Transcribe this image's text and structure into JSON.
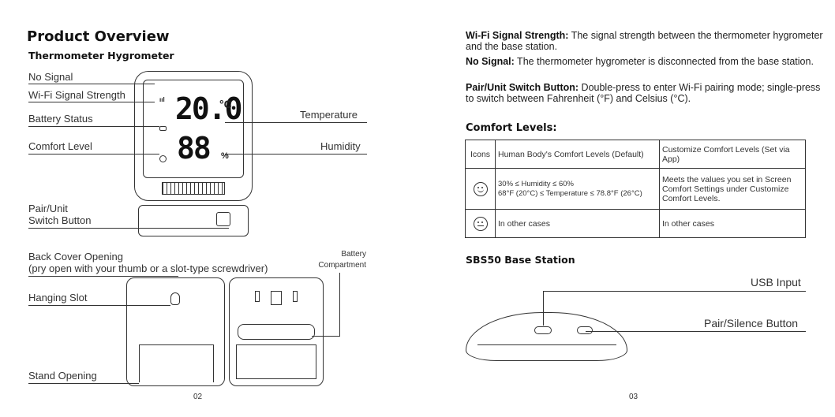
{
  "left": {
    "title": "Product Overview",
    "subtitle": "Thermometer Hygrometer",
    "labels": {
      "no_signal": "No Signal",
      "wifi_strength": "Wi-Fi Signal Strength",
      "battery_status": "Battery Status",
      "comfort_level": "Comfort Level",
      "temperature": "Temperature",
      "humidity": "Humidity",
      "pair_line1": "Pair/Unit",
      "pair_line2": "Switch Button",
      "back_cover_line1": "Back Cover Opening",
      "back_cover_line2": "(pry open with your thumb or a slot-type screwdriver)",
      "battery_comp_line1": "Battery",
      "battery_comp_line2": "Compartment",
      "hanging_slot": "Hanging Slot",
      "stand_opening": "Stand Opening"
    },
    "display": {
      "temp_value": "20.0",
      "temp_unit_c": "°C",
      "humidity_value": "88",
      "humidity_unit": "%"
    },
    "page_number": "02"
  },
  "right": {
    "definitions": [
      {
        "term": "Wi-Fi Signal Strength:",
        "text": " The signal strength between the thermometer hygrometer and the base station."
      },
      {
        "term": "No Signal:",
        "text": " The thermometer hygrometer is disconnected from the base station."
      },
      {
        "term": "Pair/Unit Switch Button:",
        "text": " Double-press to enter Wi-Fi pairing mode; single-press to switch between Fahrenheit (°F) and Celsius (°C)."
      }
    ],
    "comfort_title": "Comfort Levels:",
    "table": {
      "headers": [
        "Icons",
        "Human Body's Comfort Levels (Default)",
        "Customize Comfort Levels (Set via App)"
      ],
      "rows": [
        {
          "icon": "smile-face-icon",
          "default_line1": "30% ≤ Humidity ≤ 60%",
          "default_line2": "68°F (20°C) ≤ Temperature ≤ 78.8°F (26°C)",
          "custom": "Meets the values you set in Screen Comfort Settings under Customize Comfort Levels."
        },
        {
          "icon": "neutral-face-icon",
          "default_line1": "In other cases",
          "default_line2": "",
          "custom": "In other cases"
        }
      ]
    },
    "base_station_title": "SBS50 Base Station",
    "usb_input": "USB Input",
    "pair_silence": "Pair/Silence Button",
    "page_number": "03"
  }
}
